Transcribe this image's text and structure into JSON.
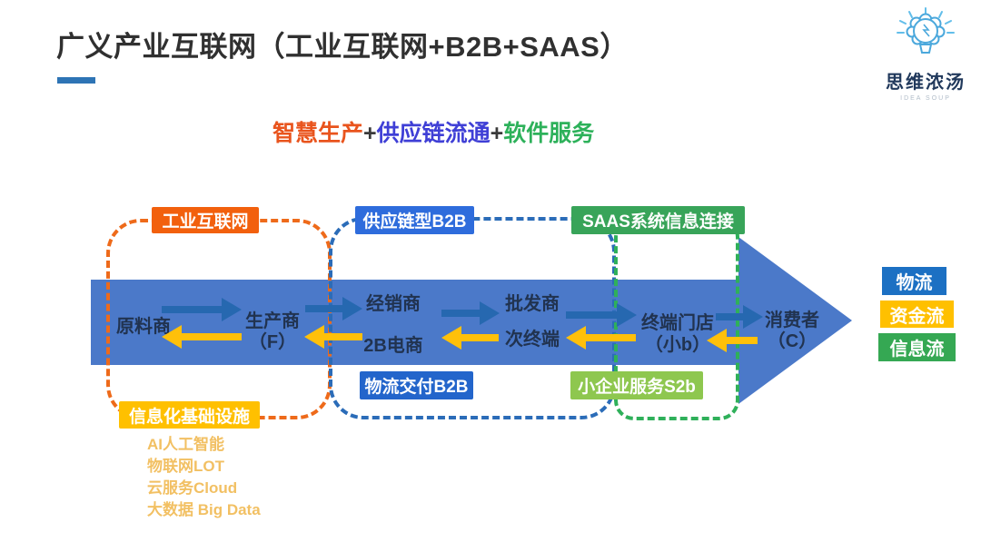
{
  "header": {
    "title": "广义产业互联网（工业互联网+B2B+SAAS）",
    "underline_color": "#2E74B5"
  },
  "logo": {
    "icon": "brain-lightbulb-icon",
    "icon_color": "#4BA8DC",
    "name": "思维浓汤",
    "tagline": "IDEA SOUP"
  },
  "subtitle": {
    "parts": [
      {
        "text": "智慧生产",
        "color": "#E9541D"
      },
      {
        "text": "+",
        "color": "#3A3A3A"
      },
      {
        "text": "供应链流通",
        "color": "#3F3FD6"
      },
      {
        "text": "+",
        "color": "#3A3A3A"
      },
      {
        "text": "软件服务",
        "color": "#2DB15A"
      }
    ]
  },
  "sections": {
    "industrial_internet": {
      "label": "工业互联网",
      "color": "#F2600D"
    },
    "supply_chain_b2b": {
      "label": "供应链型B2B",
      "color": "#2E6CDC"
    },
    "saas": {
      "label": "SAAS系统信息连接",
      "color": "#38A459"
    },
    "logistics_b2b": {
      "label": "物流交付B2B",
      "color": "#2365CB"
    },
    "small_business_s2b": {
      "label": "小企业服务S2b",
      "color": "#8EC74F"
    },
    "info_infrastructure": {
      "label": "信息化基础设施",
      "color": "#FFC000"
    }
  },
  "chain": {
    "arrow_color": "#4B79C9",
    "forward_arrow_color": "#2668B0",
    "backward_arrow_color": "#FFC00A",
    "nodes": [
      {
        "line1": "原料商",
        "line2": ""
      },
      {
        "line1": "生产商",
        "line2": "（F）"
      },
      {
        "line1": "经销商",
        "line2": "2B电商"
      },
      {
        "line1": "批发商",
        "line2": "次终端"
      },
      {
        "line1": "终端门店",
        "line2": "（小b）"
      },
      {
        "line1": "消费者",
        "line2": "（C）"
      }
    ]
  },
  "legend": {
    "items": [
      {
        "label": "物流",
        "color": "#1C70C3"
      },
      {
        "label": "资金流",
        "color": "#FFC000"
      },
      {
        "label": "信息流",
        "color": "#35A853"
      }
    ]
  },
  "infrastructure_list": {
    "items": [
      "AI人工智能",
      "物联网LOT",
      "云服务Cloud",
      "大数据 Big Data"
    ]
  }
}
